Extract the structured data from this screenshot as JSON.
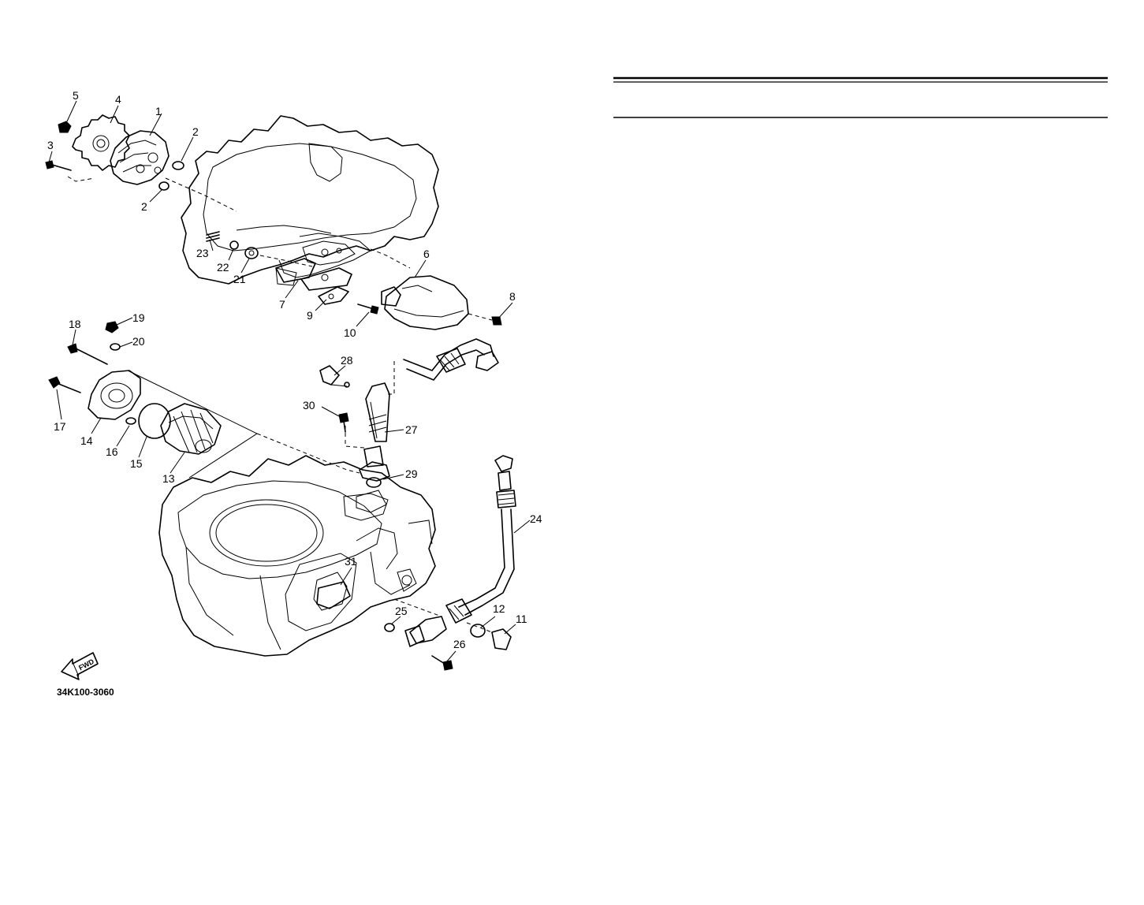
{
  "diagram": {
    "drawing_code": "34K100-3060",
    "fwd_label": "FWD",
    "callouts": [
      "1",
      "2",
      "2",
      "3",
      "4",
      "5",
      "6",
      "7",
      "8",
      "9",
      "10",
      "11",
      "12",
      "13",
      "14",
      "15",
      "16",
      "17",
      "18",
      "19",
      "20",
      "21",
      "22",
      "23",
      "24",
      "25",
      "26",
      "27",
      "28",
      "29",
      "30",
      "31"
    ]
  }
}
